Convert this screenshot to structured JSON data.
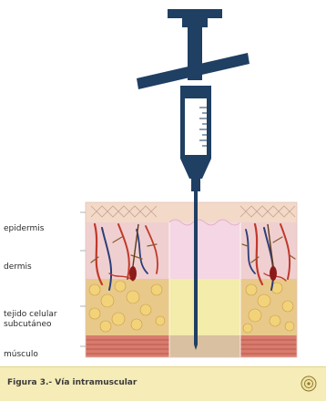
{
  "labels": {
    "epidermis": "epidermis",
    "dermis": "dermis",
    "subcutaneous_line1": "tejido celular",
    "subcutaneous_line2": "subcutáneo",
    "muscle": "músculo"
  },
  "caption": {
    "text": "Figura 3.- Vía intramuscular"
  },
  "colors": {
    "syringe": "#1f3f63",
    "barrel": "#ffffff",
    "epidermis": "#f3d9c8",
    "dermis": "#f4d6e4",
    "subcutaneous": "#f3ecaa",
    "muscle": "#d97b6c",
    "muscle_window": "#d9c0a1",
    "caption_bg": "#f6ecb8"
  },
  "icons": {
    "caption": "emblem-icon"
  }
}
